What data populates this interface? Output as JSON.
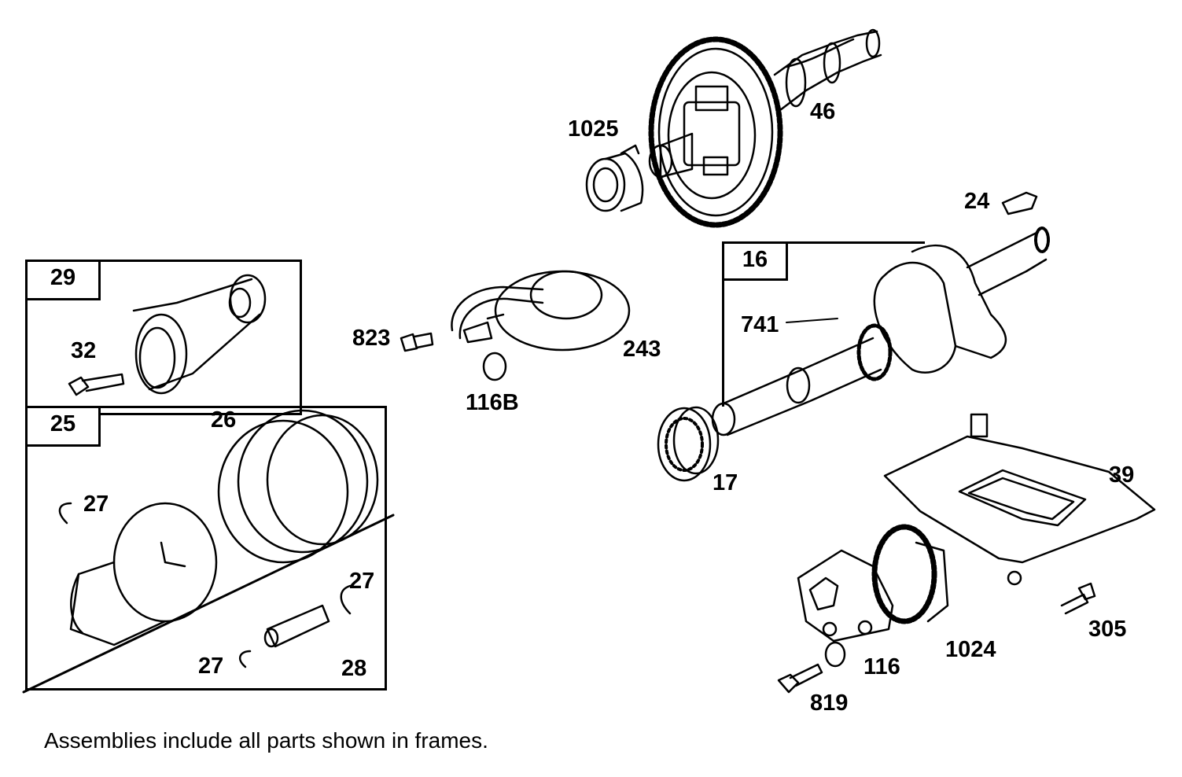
{
  "frames": [
    {
      "id": "29"
    },
    {
      "id": "25"
    },
    {
      "id": "16"
    }
  ],
  "parts": {
    "p1025": "1025",
    "p46": "46",
    "p24": "24",
    "p16": "16",
    "p741": "741",
    "p17": "17",
    "p39": "39",
    "p305": "305",
    "p1024": "1024",
    "p116": "116",
    "p819": "819",
    "p823": "823",
    "p243": "243",
    "p116B": "116B",
    "p29": "29",
    "p32": "32",
    "p25": "25",
    "p26": "26",
    "p27a": "27",
    "p27b": "27",
    "p27c": "27",
    "p28": "28"
  },
  "note": "Assemblies include all parts shown in frames."
}
